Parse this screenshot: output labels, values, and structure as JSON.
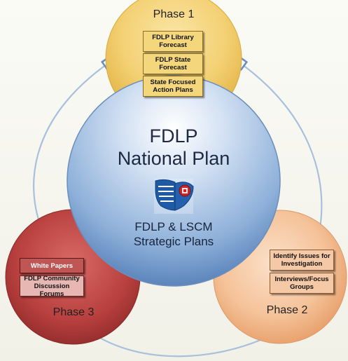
{
  "center": {
    "title_line1": "FDLP",
    "title_line2": "National Plan",
    "subtitle_line1": "FDLP & LSCM",
    "subtitle_line2": "Strategic Plans"
  },
  "phase1": {
    "label": "Phase 1",
    "items": [
      "FDLP Library Forecast",
      "FDLP State Forecast",
      "State Focused Action Plans"
    ]
  },
  "phase2": {
    "label": "Phase 2",
    "items": [
      "Identify Issues for Investigation",
      "Interviews/Focus Groups"
    ]
  },
  "phase3": {
    "label": "Phase 3",
    "items": [
      "White Papers",
      "FDLP Community Discussion Forums"
    ]
  },
  "colors": {
    "phase1": "#f2cf6e",
    "phase2": "#f5c196",
    "phase3": "#b8403e",
    "center": "#7fa3cf"
  },
  "icons": [
    "fdlp-eagle-logo-icon"
  ]
}
